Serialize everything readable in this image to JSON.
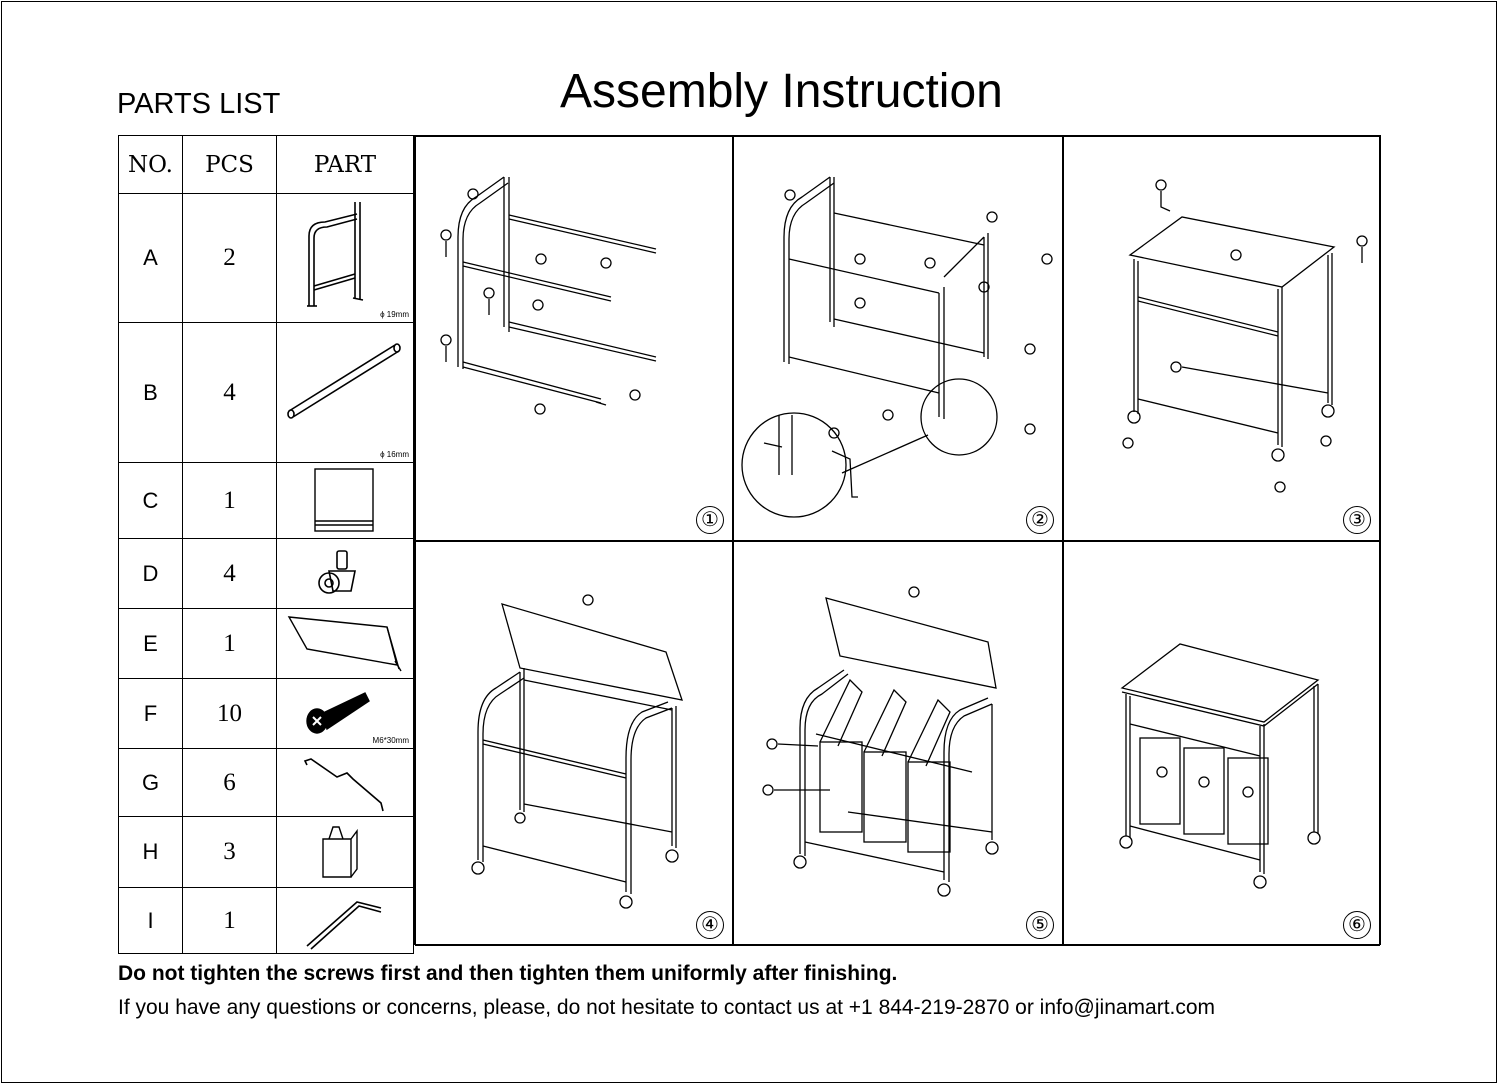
{
  "title": "Assembly Instruction",
  "parts_list": {
    "title": "PARTS LIST",
    "headers": [
      "NO.",
      "PCS",
      "PART"
    ],
    "rows": [
      {
        "no": "A",
        "pcs": "2",
        "dim": "ϕ 19mm",
        "icon": "side-frame-icon"
      },
      {
        "no": "B",
        "pcs": "4",
        "dim": "ϕ 16mm",
        "icon": "rod-icon"
      },
      {
        "no": "C",
        "pcs": "1",
        "dim": "",
        "icon": "fabric-shelf-icon"
      },
      {
        "no": "D",
        "pcs": "4",
        "dim": "",
        "icon": "caster-wheel-icon"
      },
      {
        "no": "E",
        "pcs": "1",
        "dim": "",
        "icon": "top-board-icon"
      },
      {
        "no": "F",
        "pcs": "10",
        "dim": "M6*30mm",
        "icon": "screw-icon"
      },
      {
        "no": "G",
        "pcs": "6",
        "dim": "",
        "icon": "hook-bar-icon"
      },
      {
        "no": "H",
        "pcs": "3",
        "dim": "",
        "icon": "laundry-bag-icon"
      },
      {
        "no": "I",
        "pcs": "1",
        "dim": "",
        "icon": "allen-key-icon"
      }
    ]
  },
  "steps": [
    {
      "number": "①"
    },
    {
      "number": "②"
    },
    {
      "number": "③"
    },
    {
      "number": "④"
    },
    {
      "number": "⑤"
    },
    {
      "number": "⑥"
    }
  ],
  "notes": {
    "warning": "Do not tighten the screws first and then tighten them uniformly after finishing.",
    "contact": "If you have any questions or concerns, please, do not hesitate to contact us at +1 844-219-2870 or info@jinamart.com"
  }
}
